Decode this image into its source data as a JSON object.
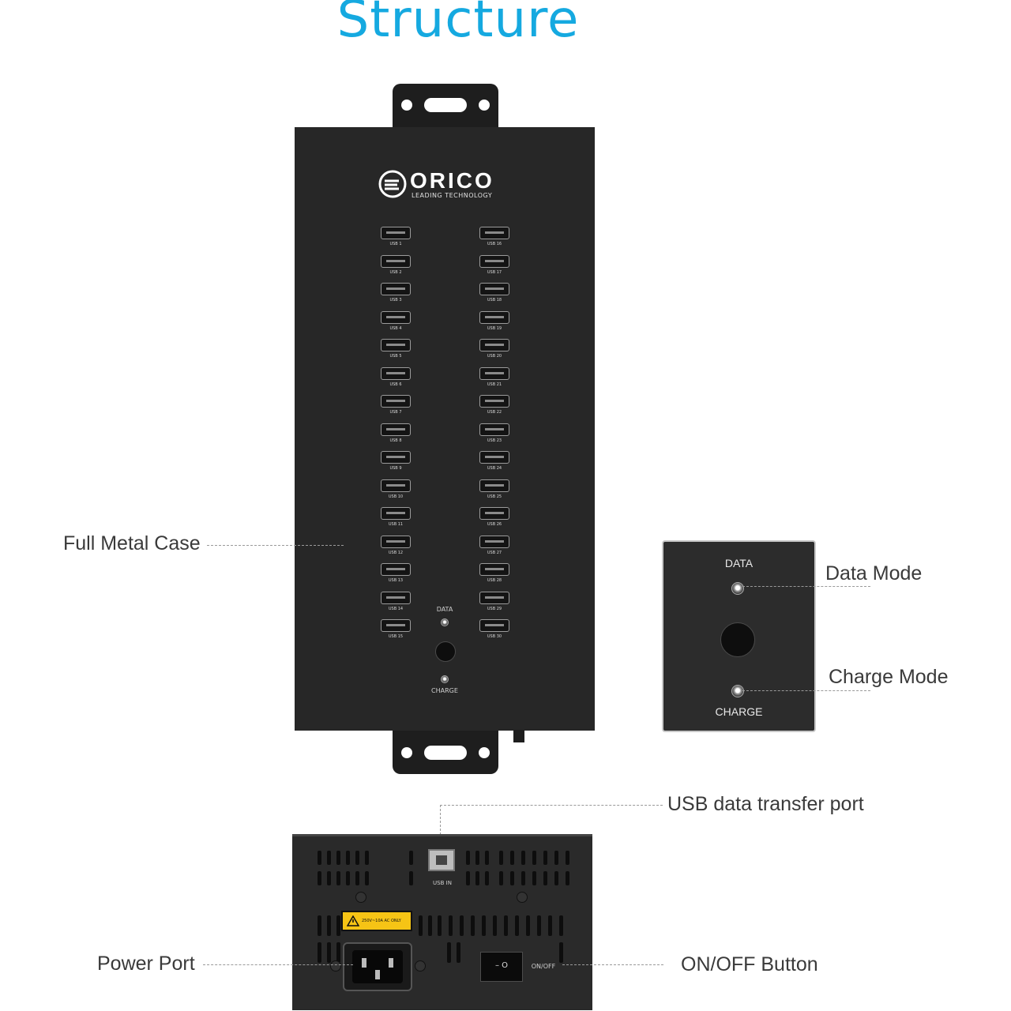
{
  "title": "Structure",
  "callouts": {
    "full_metal_case": "Full Metal Case",
    "data_mode": "Data Mode",
    "charge_mode": "Charge Mode",
    "usb_data_transfer_port": "USB data transfer port",
    "power_port": "Power Port",
    "on_off_button": "ON/OFF Button"
  },
  "hub": {
    "brand": "ORICO",
    "tagline": "LEADING TECHNOLOGY",
    "ports_left": [
      "USB 1",
      "USB 2",
      "USB 3",
      "USB 4",
      "USB 5",
      "USB 6",
      "USB 7",
      "USB 8",
      "USB 9",
      "USB 10",
      "USB 11",
      "USB 12",
      "USB 13",
      "USB 14",
      "USB 15"
    ],
    "ports_right": [
      "USB 16",
      "USB 17",
      "USB 18",
      "USB 19",
      "USB 20",
      "USB 21",
      "USB 22",
      "USB 23",
      "USB 24",
      "USB 25",
      "USB 26",
      "USB 27",
      "USB 28",
      "USB 29",
      "USB 30"
    ],
    "data_label": "DATA",
    "charge_label": "CHARGE"
  },
  "zoom_panel": {
    "data_label": "DATA",
    "charge_label": "CHARGE"
  },
  "rear": {
    "usb_in_label": "USB IN",
    "warning_label": "250V~10A AC ONLY",
    "switch_label": "ON/OFF",
    "switch_symbol": "– O"
  },
  "colors": {
    "title": "#15a9e0",
    "case": "#272727",
    "warning": "#f6c415"
  }
}
